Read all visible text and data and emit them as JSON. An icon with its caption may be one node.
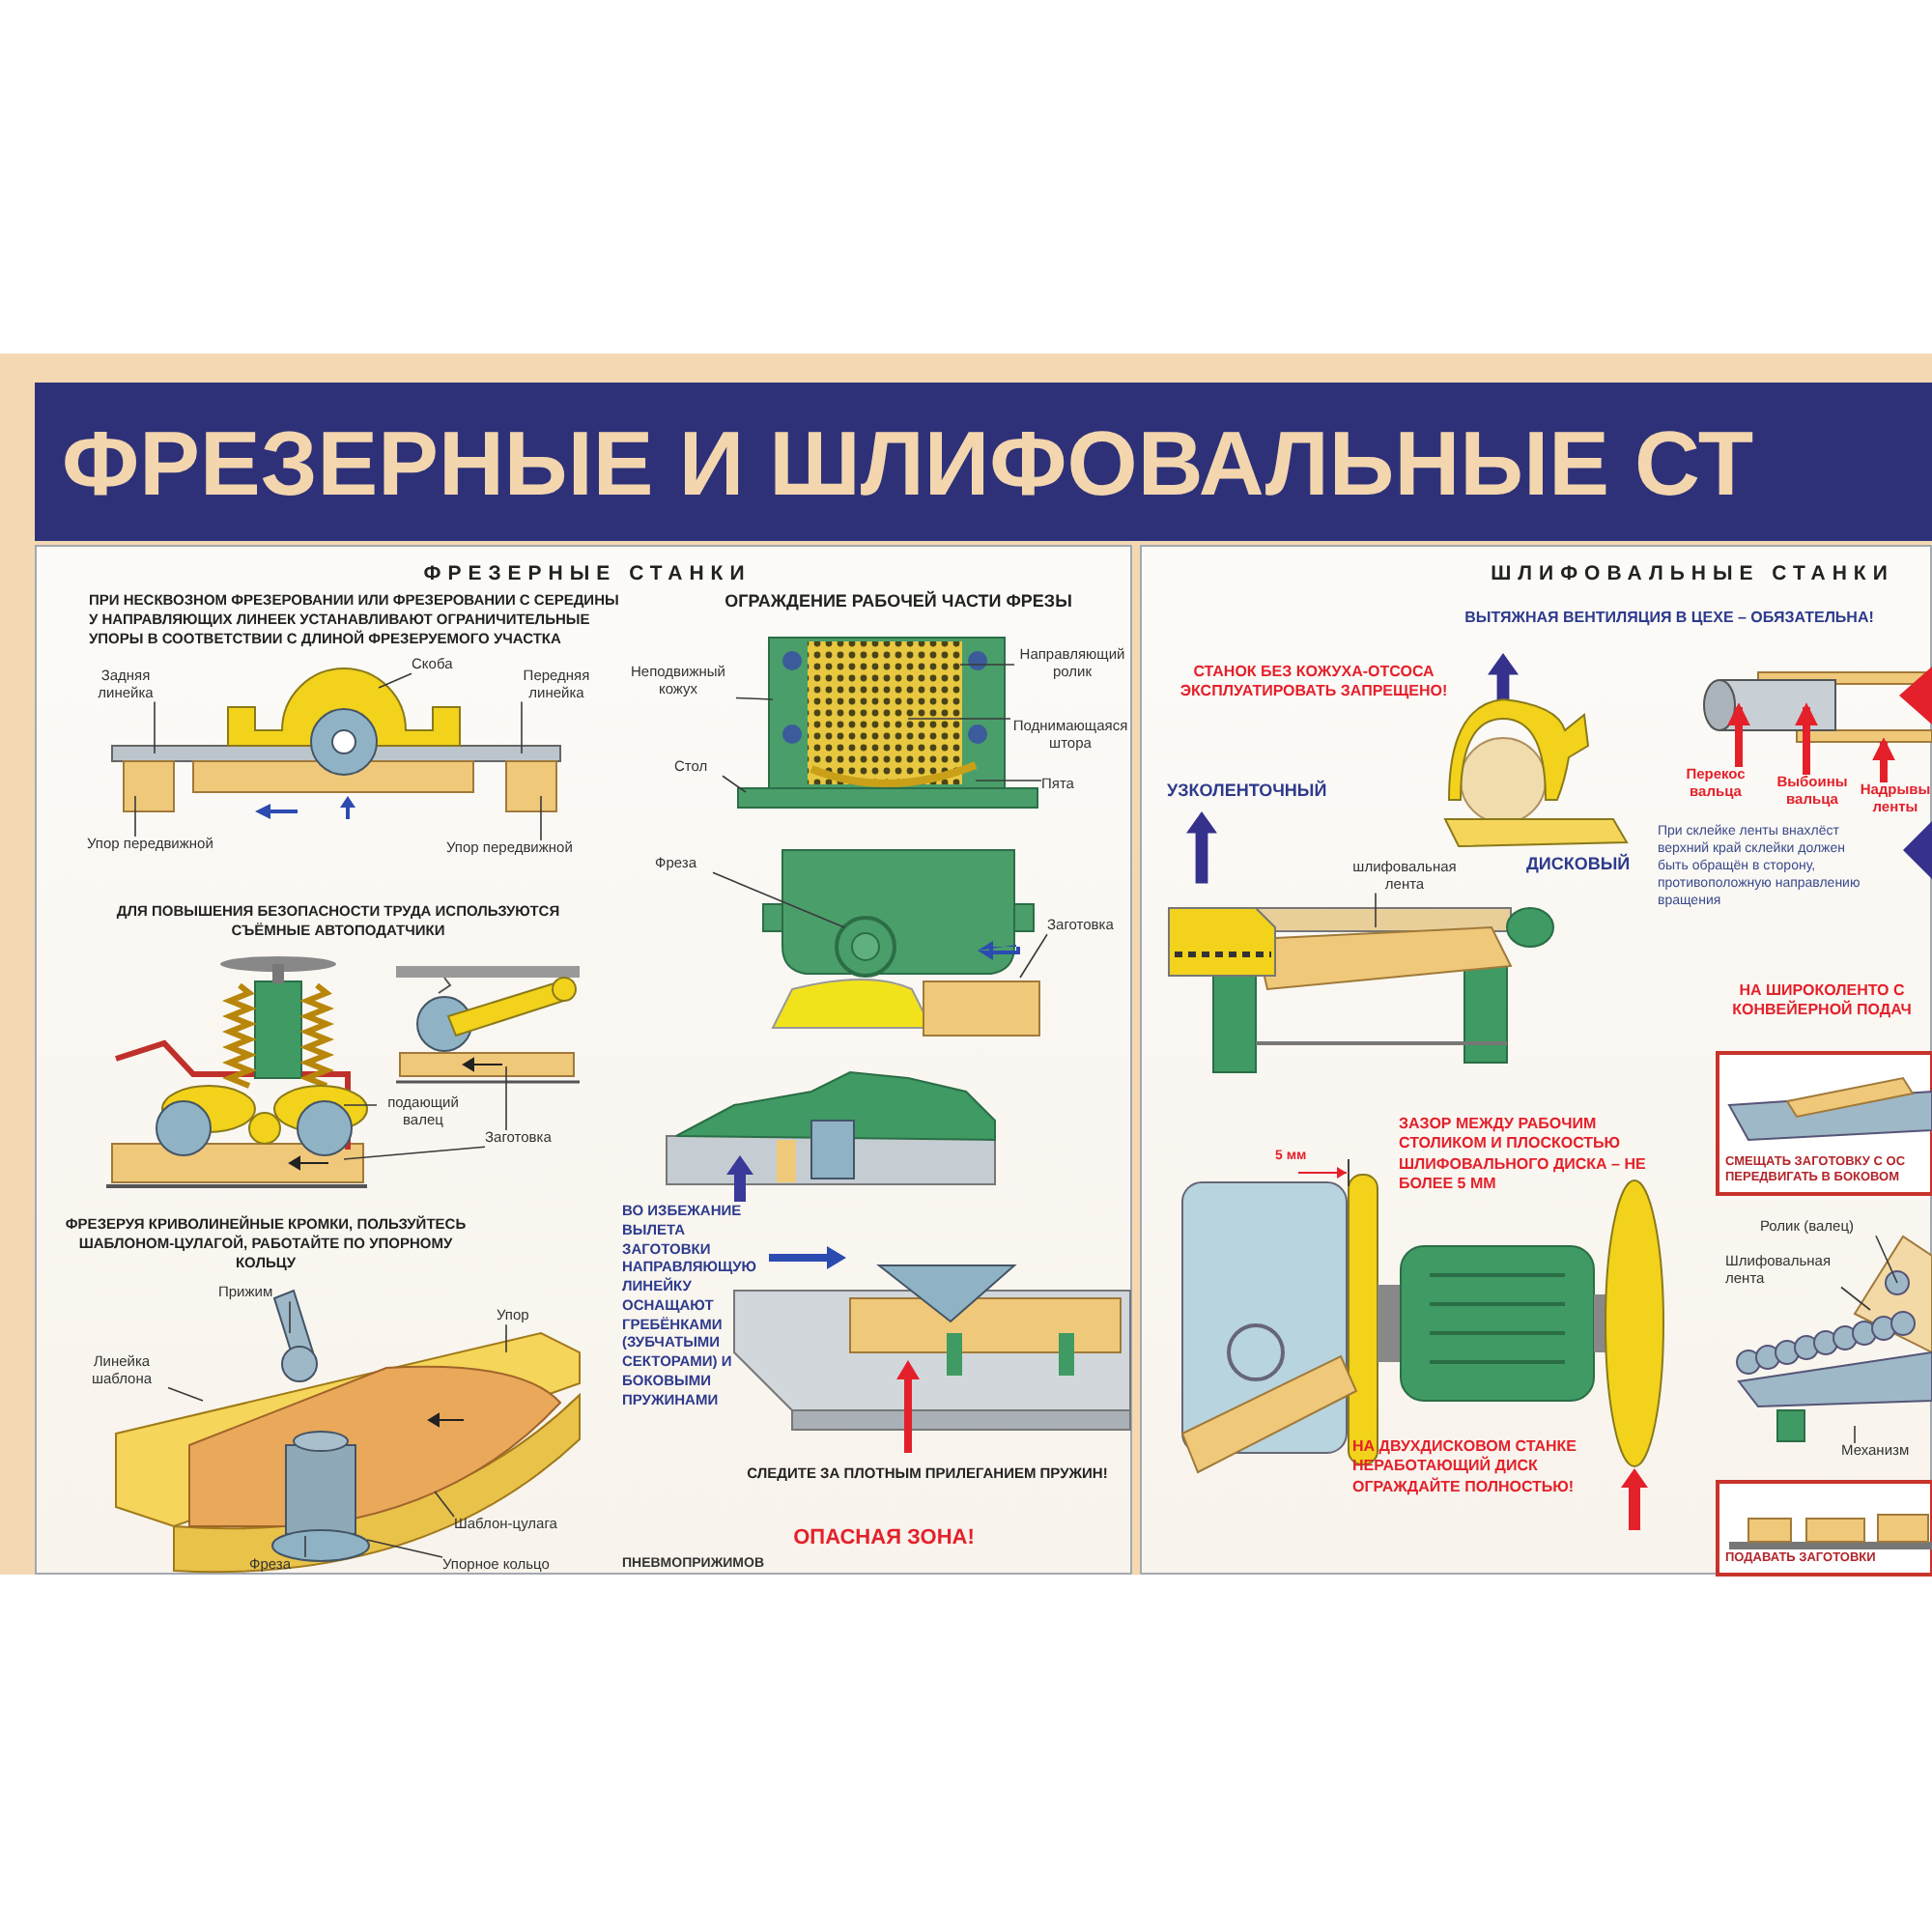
{
  "diagram": {
    "title": "ФРЕЗЕРНЫЕ И ШЛИФОВАЛЬНЫЕ СТ",
    "nodes": [
      {
        "text": [
          "ФРЕЗЕРНЫЕ СТАНКИ"
        ]
      },
      {
        "text": [
          "ШЛИФОВАЛЬНЫЕ СТАНКИ"
        ]
      },
      {
        "text": [
          "Скоба"
        ],
        "in": 0
      },
      {
        "text": [
          "Задняя линейка"
        ],
        "in": 0
      },
      {
        "text": [
          "Передняя линейка"
        ],
        "in": 0
      },
      {
        "text": [
          "Упор передвижной"
        ],
        "in": 0
      },
      {
        "text": [
          "Упор передвижной"
        ],
        "in": 0
      },
      {
        "text": [
          "подающий валец"
        ],
        "in": 0
      },
      {
        "text": [
          "Заготовка"
        ],
        "in": 0
      },
      {
        "text": [
          "Прижим"
        ],
        "in": 0
      },
      {
        "text": [
          "Упор"
        ],
        "in": 0
      },
      {
        "text": [
          "Линейка шаблона"
        ],
        "in": 0
      },
      {
        "text": [
          "Шаблон-цулага"
        ],
        "in": 0
      },
      {
        "text": [
          "Фреза"
        ],
        "in": 0
      },
      {
        "text": [
          "Упорное кольцо"
        ],
        "in": 0
      },
      {
        "text": [
          "Неподвижный кожух"
        ],
        "in": 0
      },
      {
        "text": [
          "Направляющий ролик"
        ],
        "in": 0
      },
      {
        "text": [
          "Поднимающаяся штора"
        ],
        "in": 0
      },
      {
        "text": [
          "Стол"
        ],
        "in": 0
      },
      {
        "text": [
          "Пята"
        ],
        "in": 0
      },
      {
        "text": [
          "Фреза"
        ],
        "in": 0
      },
      {
        "text": [
          "Заготовка"
        ],
        "in": 0
      },
      {
        "text": [
          "шлифовальная лента"
        ],
        "in": 1
      },
      {
        "text": [
          "Перекос вальца"
        ],
        "in": 1
      },
      {
        "text": [
          "Выбоины вальца"
        ],
        "in": 1
      },
      {
        "text": [
          "Надрывы ленты"
        ],
        "in": 1
      },
      {
        "text": [
          "Ролик (валец)"
        ],
        "in": 1
      },
      {
        "text": [
          "Шлифовальная лента"
        ],
        "in": 1
      },
      {
        "text": [
          "Механизм"
        ],
        "in": 1
      },
      {
        "text": [
          "СМЕЩАТЬ ЗАГОТОВКУ С ОС ПЕРЕДВИГАТЬ В БОКОВОМ"
        ],
        "in": 1
      },
      {
        "text": [
          "ПОДАВАТЬ ЗАГОТОВКИ"
        ],
        "in": 1
      },
      {
        "text": [],
        "shape": "picture",
        "in": 0
      },
      {
        "text": [],
        "shape": "picture",
        "in": 0,
        "beside": [
          "ДЛЯ ПОВЫШЕНИЯ БЕЗОПАСНОСТИ ТРУДА ИСПОЛЬЗУЮТСЯ СЪЁМНЫЕ АВТОПОДАТЧИКИ"
        ]
      },
      {
        "text": [],
        "shape": "picture",
        "in": 0
      },
      {
        "text": [],
        "shape": "picture",
        "in": 0,
        "beside": [
          "ФРЕЗЕРУЯ КРИВОЛИНЕЙНЫЕ КРОМКИ, ПОЛЬЗУЙТЕСЬ ШАБЛОНОМ-ЦУЛАГОЙ, РАБОТАЙТЕ ПО УПОРНОМУ КОЛЬЦУ"
        ]
      },
      {
        "text": [],
        "shape": "picture",
        "in": 0,
        "beside": [
          "ОГРАЖДЕНИЕ РАБОЧЕЙ ЧАСТИ ФРЕЗЫ"
        ]
      },
      {
        "text": [],
        "shape": "picture",
        "in": 0
      },
      {
        "text": [],
        "shape": "picture",
        "in": 1
      },
      {
        "text": [],
        "shape": "picture",
        "in": 1
      },
      {
        "text": [],
        "shape": "picture",
        "in": 1
      }
    ],
    "edges": [
      {
        "from": 2,
        "to": 31,
        "arrow": "none"
      },
      {
        "from": 3,
        "to": 31,
        "arrow": "none"
      },
      {
        "from": 4,
        "to": 31,
        "arrow": "none"
      },
      {
        "from": 5,
        "to": 31,
        "arrow": "none"
      },
      {
        "from": 6,
        "to": 31,
        "arrow": "none"
      },
      {
        "from": 7,
        "to": 32,
        "arrow": "none"
      },
      {
        "from": 8,
        "to": 32,
        "arrow": "none"
      },
      {
        "from": 8,
        "to": 33,
        "arrow": "none"
      },
      {
        "from": 9,
        "to": 34,
        "arrow": "none"
      },
      {
        "from": 10,
        "to": 34,
        "arrow": "none"
      },
      {
        "from": 11,
        "to": 34,
        "arrow": "none"
      },
      {
        "from": 12,
        "to": 34,
        "arrow": "none"
      },
      {
        "from": 13,
        "to": 34,
        "arrow": "none"
      },
      {
        "from": 14,
        "to": 34,
        "arrow": "none"
      },
      {
        "from": 15,
        "to": 35,
        "arrow": "none"
      },
      {
        "from": 16,
        "to": 35,
        "arrow": "none"
      },
      {
        "from": 17,
        "to": 35,
        "arrow": "none"
      },
      {
        "from": 18,
        "to": 35,
        "arrow": "none"
      },
      {
        "from": 19,
        "to": 35,
        "arrow": "none"
      },
      {
        "from": 20,
        "to": 36,
        "arrow": "none"
      },
      {
        "from": 21,
        "to": 36,
        "arrow": "none"
      },
      {
        "from": 22,
        "to": 37,
        "arrow": "none"
      },
      {
        "from": 23,
        "to": 38,
        "arrow": "to",
        "style": "thick",
        "color": "#e4212b"
      },
      {
        "from": 24,
        "to": 38,
        "arrow": "to",
        "style": "thick",
        "color": "#e4212b"
      },
      {
        "from": 25,
        "to": 38,
        "arrow": "to",
        "style": "thick",
        "color": "#e4212b"
      },
      {
        "from": 26,
        "to": 39,
        "arrow": "none"
      },
      {
        "from": 27,
        "to": 39,
        "arrow": "none"
      },
      {
        "from": 28,
        "to": 39,
        "arrow": "none"
      }
    ],
    "labels": [
      "ПРИ НЕСКВОЗНОМ ФРЕЗЕРОВАНИИ ИЛИ ФРЕЗЕРОВАНИИ С СЕРЕДИНЫ У НАПРАВЛЯЮЩИХ ЛИНЕЕК УСТАНАВЛИВАЮТ ОГРАНИЧИТЕЛЬНЫЕ УПОРЫ В СООТВЕТСТВИИ С ДЛИНОЙ ФРЕЗЕРУЕМОГО УЧАСТКА",
      "ВО ИЗБЕЖАНИЕ ВЫЛЕТА ЗАГОТОВКИ НАПРАВЛЯЮЩУЮ ЛИНЕЙКУ ОСНАЩАЮТ ГРЕБЁНКАМИ (ЗУБЧАТЫМИ СЕКТОРАМИ) И БОКОВЫМИ ПРУЖИНАМИ",
      "СЛЕДИТЕ ЗА ПЛОТНЫМ ПРИЛЕГАНИЕМ ПРУЖИН!",
      "ОПАСНАЯ ЗОНА!",
      "ПНЕВМОПРИЖИМОВ",
      "ВЫТЯЖНАЯ ВЕНТИЛЯЦИЯ В ЦЕХЕ – ОБЯЗАТЕЛЬНА!",
      "СТАНОК БЕЗ КОЖУХА-ОТСОСА ЭКСПЛУАТИРОВАТЬ ЗАПРЕЩЕНО!",
      "УЗКОЛЕНТОЧНЫЙ",
      "ДИСКОВЫЙ",
      "При склейке ленты внахлёст верхний край склейки должен быть обращён в сторону, противоположную направлению вращения",
      "НА ШИРОКОЛЕНТО С КОНВЕЙЕРНОЙ ПОДАЧ",
      "5 мм",
      "ЗАЗОР МЕЖДУ РАБОЧИМ СТОЛИКОМ И ПЛОСКОСТЬЮ ШЛИФОВАЛЬНОГО ДИСКА – НЕ БОЛЕЕ 5 ММ",
      "НА ДВУХДИСКОВОМ СТАНКЕ НЕРАБОТАЮЩИЙ ДИСК ОГРАЖДАЙТЕ ПОЛНОСТЬЮ!"
    ]
  }
}
